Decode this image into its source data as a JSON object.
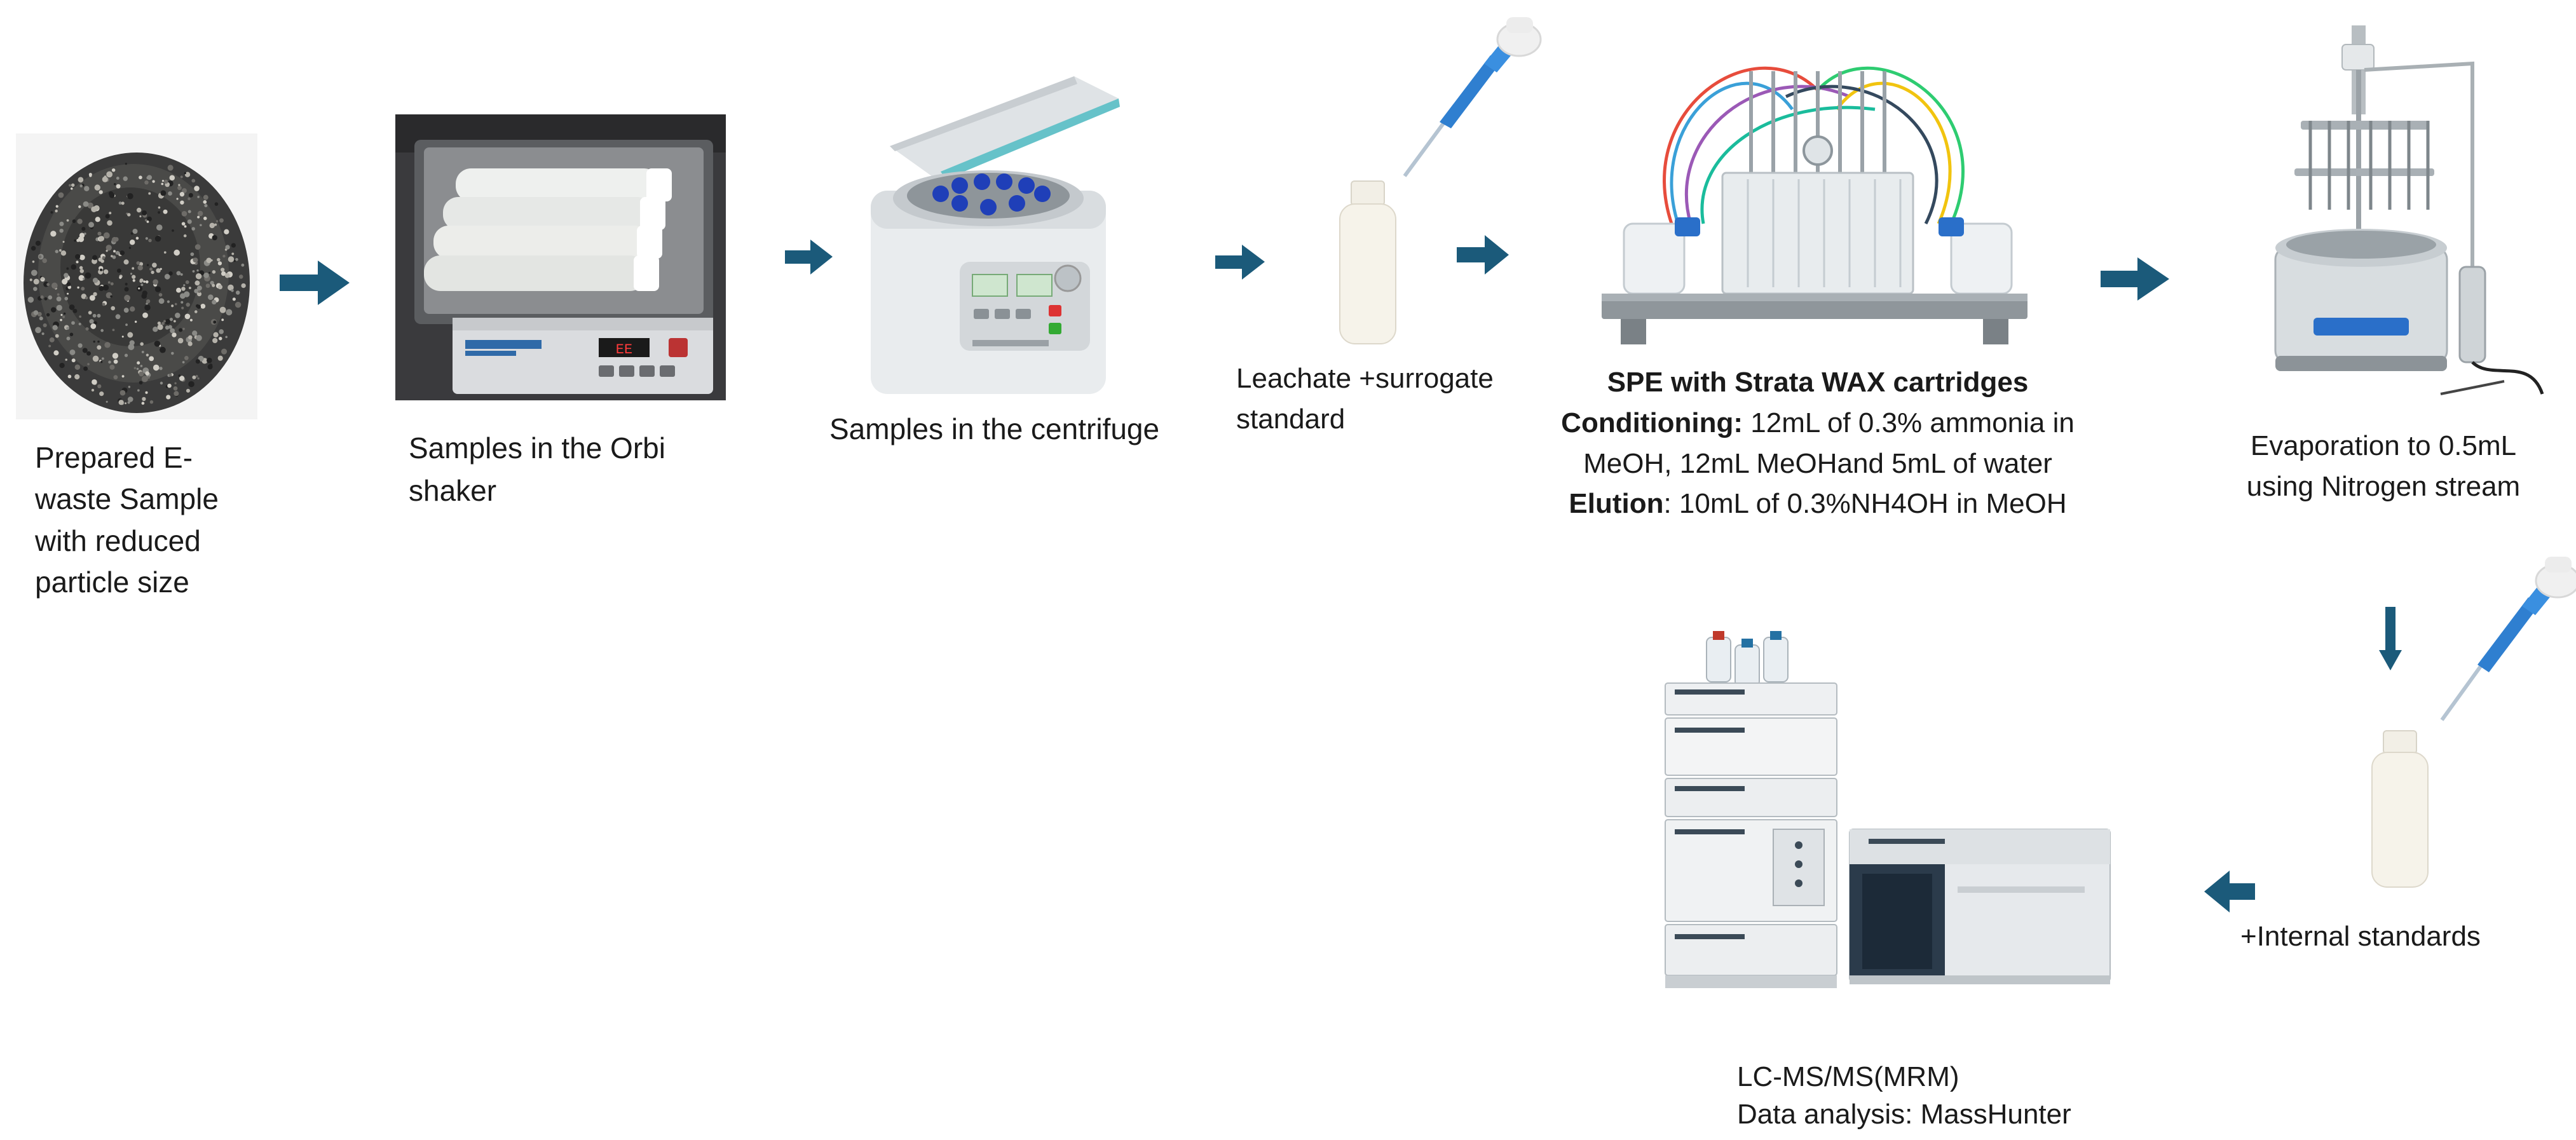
{
  "steps": {
    "sample": {
      "label": "Prepared E-waste Sample with reduced particle size"
    },
    "shaker": {
      "label": "Samples in the Orbi shaker",
      "display": "EE"
    },
    "centrifuge": {
      "label": "Samples in the centrifuge"
    },
    "leachate": {
      "label": "Leachate +surrogate standard"
    },
    "spe": {
      "title": "SPE with Strata WAX cartridges",
      "conditioning_label": "Conditioning:",
      "conditioning_text": " 12mL of 0.3% ammonia in MeOH, 12mL MeOHand 5mL of water",
      "elution_label": "Elution",
      "elution_text": ": 10mL of 0.3%NH4OH in MeOH"
    },
    "evaporation": {
      "label": "Evaporation to 0.5mL using Nitrogen stream"
    },
    "internal": {
      "label": "+Internal standards"
    },
    "lcms": {
      "line1": "LC-MS/MS(MRM)",
      "line2": "Data analysis: MassHunter"
    }
  },
  "colors": {
    "arrow": "#1b5a7a",
    "pipette": "#2f7fd0"
  }
}
